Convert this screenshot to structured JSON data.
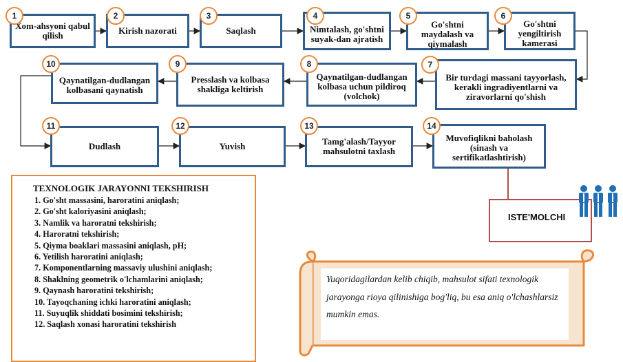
{
  "steps": [
    {
      "n": "1",
      "label": "Xom-ahsyoni qabul qilish"
    },
    {
      "n": "2",
      "label": "Kirish nazorati"
    },
    {
      "n": "3",
      "label": "Saqlash"
    },
    {
      "n": "4",
      "label": "Nimtalash, go'shtni suyak-dan ajratish"
    },
    {
      "n": "5",
      "label": "Go'shtni maydalash va qiymalash"
    },
    {
      "n": "6",
      "label": "Go'shtni yengiltirish kamerasi"
    },
    {
      "n": "7",
      "label": "Bir turdagi massani tayyorlash, kerakli ingradiyentlarni va ziravorlarni qo'shish"
    },
    {
      "n": "8",
      "label": "Qaynatilgan-dudlangan kolbasa uchun pildiroq (volchok)"
    },
    {
      "n": "9",
      "label": "Presslash va kolbasa shakliga keltirish"
    },
    {
      "n": "10",
      "label": "Qaynatilgan-dudlangan kolbasani qaynatish"
    },
    {
      "n": "11",
      "label": "Dudlash"
    },
    {
      "n": "12",
      "label": "Yuvish"
    },
    {
      "n": "13",
      "label": "Tamg'alash/Tayyor mahsulotni taxlash"
    },
    {
      "n": "14",
      "label": "Muvofiqlikni baholash (sinash va sertifikatlashtirish)"
    }
  ],
  "control": {
    "title": "TEXNOLOGIK JARAYONNI TEKSHIRISH",
    "items": [
      "1. Go'sht massasini, haroratini aniqlash;",
      "2. Go'sht kaloriyasini aniqlash;",
      "3. Namlik va haroratni tekshirish;",
      "4. Haroratni tekshirish;",
      "5. Qiyma boaklari massasini aniqlash, pH;",
      "6. Yetilish haroratini aniqlash;",
      "7. Komponentlarning massaviy ulushini aniqlash;",
      "8. Shaklning geometrik o'lchamlarini aniqlash;",
      "9. Qaynash haroratini tekshirish;",
      "10. Tayoqchaning ichki haroratini aniqlash;",
      "11. Suyuqlik shiddati bosimini tekshirish;",
      "12. Saqlash xonasi haroratini tekshirish"
    ]
  },
  "consumer": "ISTE'MOLCHI",
  "note": "Yuqoridagilardan  kelib chiqib, mahsulot sifati texnologik jarayonga rioya qilinishiga bog'liq, bu esa aniq o'lchashlarsiz mumkin emas.",
  "colors": {
    "box_border": "#2f5c8a",
    "badge_border": "#e8893a",
    "consumer_border": "#b24d4d",
    "people": "#1f6fb5"
  }
}
